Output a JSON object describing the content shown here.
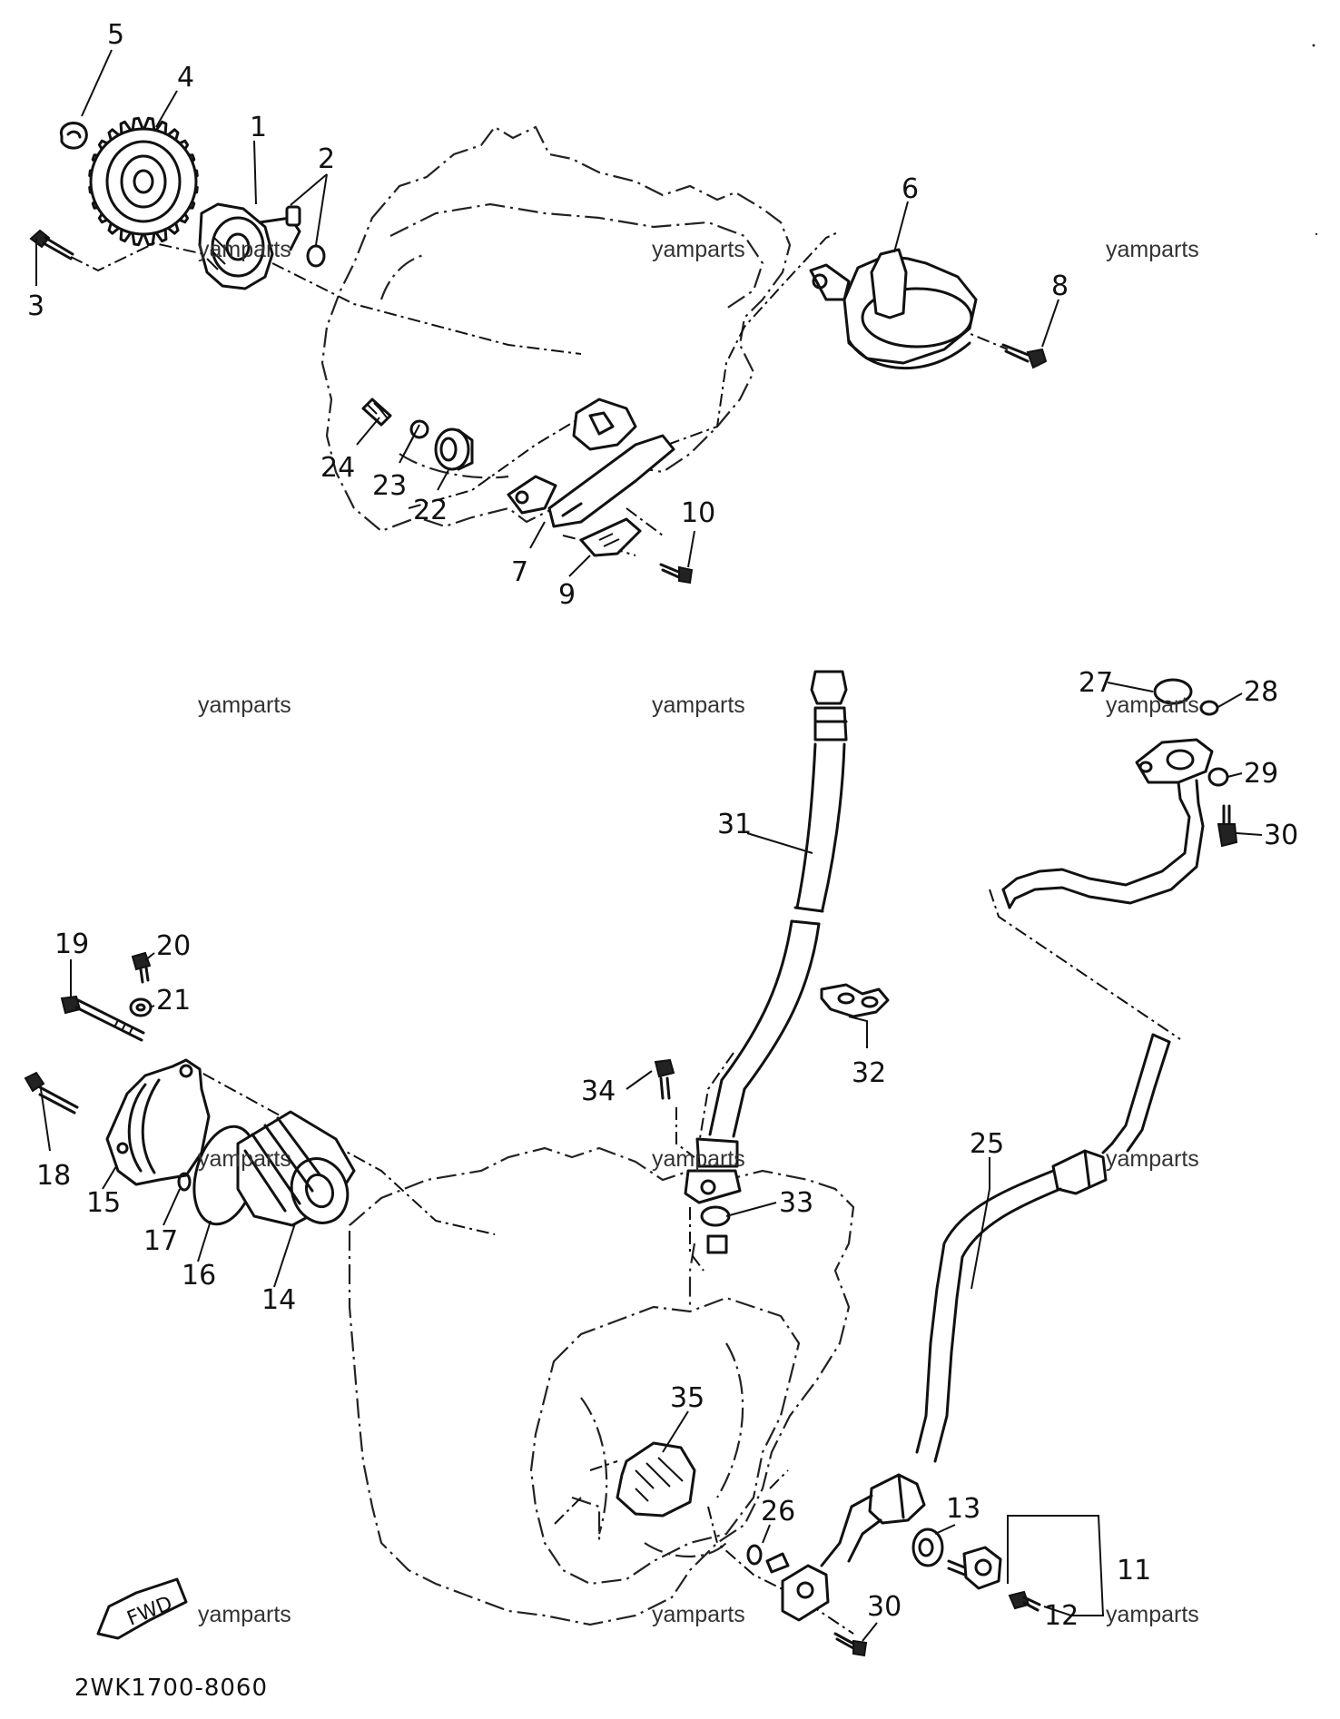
{
  "diagram": {
    "drawing_code": "2WK1700-8060",
    "front_marker_label": "FWD",
    "watermarks": [
      "yamparts",
      "yamparts",
      "yamparts",
      "yamparts",
      "yamparts",
      "yamparts",
      "yamparts",
      "yamparts",
      "yamparts",
      "yamparts",
      "yamparts",
      "yamparts"
    ],
    "callouts": {
      "p1": "1",
      "p2": "2",
      "p3": "3",
      "p4": "4",
      "p5": "5",
      "p6": "6",
      "p7": "7",
      "p8": "8",
      "p9": "9",
      "p10": "10",
      "p11": "11",
      "p12": "12",
      "p13": "13",
      "p14": "14",
      "p15": "15",
      "p16": "16",
      "p17": "17",
      "p18": "18",
      "p19": "19",
      "p20": "20",
      "p21": "21",
      "p22": "22",
      "p23": "23",
      "p24": "24",
      "p25": "25",
      "p26": "26",
      "p27": "27",
      "p28": "28",
      "p29": "29",
      "p30a": "30",
      "p30b": "30",
      "p31": "31",
      "p32": "32",
      "p33": "33",
      "p34": "34",
      "p35": "35"
    }
  }
}
